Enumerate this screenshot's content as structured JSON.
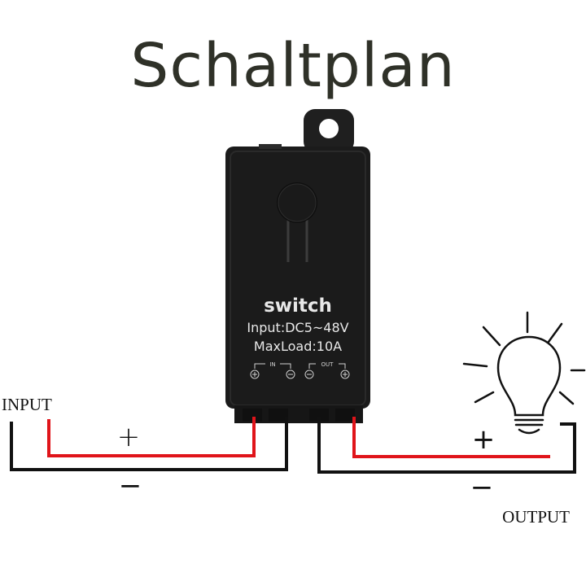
{
  "title": "Schaltplan",
  "device": {
    "name": "switch",
    "input_spec": "Input:DC5~48V",
    "maxload_spec": "MaxLoad:10A",
    "in_label": "IN",
    "out_label": "OUT"
  },
  "input": {
    "label": "INPUT",
    "plus": "+",
    "minus": "−"
  },
  "output": {
    "label": "OUTPUT",
    "plus": "+",
    "minus": "−"
  },
  "colors": {
    "positive_wire": "#e0141a",
    "negative_wire": "#111111",
    "device_body": "#1b1b1b",
    "title": "#2f3128"
  },
  "icons": [
    "light-bulb-icon",
    "button-icon",
    "plus-terminal-icon",
    "minus-terminal-icon"
  ]
}
